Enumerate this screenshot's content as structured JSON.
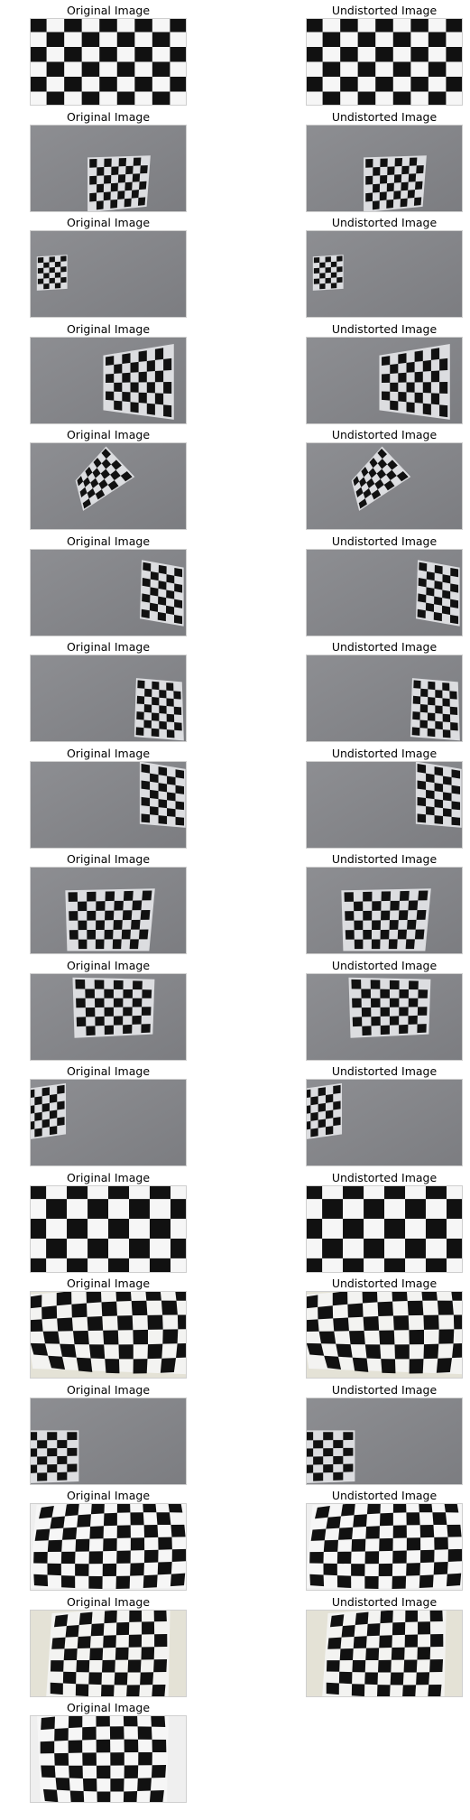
{
  "figure": {
    "left_title": "Original Image",
    "right_title": "Undistorted Image",
    "rows": [
      {
        "original": {
          "scene": "closeup-white",
          "board": "full-flat"
        },
        "undistorted": {
          "scene": "closeup-white",
          "board": "full-flat"
        }
      },
      {
        "original": {
          "scene": "gray-wall",
          "board": "center-right-skew"
        },
        "undistorted": {
          "scene": "gray-wall",
          "board": "center-right-skew"
        }
      },
      {
        "original": {
          "scene": "gray-wall",
          "board": "small-left"
        },
        "undistorted": {
          "scene": "gray-wall",
          "board": "small-left"
        }
      },
      {
        "original": {
          "scene": "gray-wall",
          "board": "large-right"
        },
        "undistorted": {
          "scene": "gray-wall",
          "board": "large-right"
        }
      },
      {
        "original": {
          "scene": "gray-wall",
          "board": "tilted-center"
        },
        "undistorted": {
          "scene": "gray-wall",
          "board": "tilted-center"
        }
      },
      {
        "original": {
          "scene": "gray-wall",
          "board": "right-edge"
        },
        "undistorted": {
          "scene": "gray-wall",
          "board": "right-edge"
        }
      },
      {
        "original": {
          "scene": "gray-wall",
          "board": "right-edge-low"
        },
        "undistorted": {
          "scene": "gray-wall",
          "board": "right-edge-low"
        }
      },
      {
        "original": {
          "scene": "gray-wall",
          "board": "right-edge-high"
        },
        "undistorted": {
          "scene": "gray-wall",
          "board": "right-edge-high"
        }
      },
      {
        "original": {
          "scene": "gray-wall",
          "board": "center-trapezoid"
        },
        "undistorted": {
          "scene": "gray-wall",
          "board": "center-trapezoid"
        }
      },
      {
        "original": {
          "scene": "gray-wall",
          "board": "center-high"
        },
        "undistorted": {
          "scene": "gray-wall",
          "board": "center-high"
        }
      },
      {
        "original": {
          "scene": "gray-wall",
          "board": "left-edge"
        },
        "undistorted": {
          "scene": "gray-wall",
          "board": "left-edge"
        }
      },
      {
        "original": {
          "scene": "closeup-white",
          "board": "big-squares"
        },
        "undistorted": {
          "scene": "closeup-white",
          "board": "big-squares"
        }
      },
      {
        "original": {
          "scene": "closeup-cream",
          "board": "wide-curved"
        },
        "undistorted": {
          "scene": "closeup-cream",
          "board": "wide-curved"
        }
      },
      {
        "original": {
          "scene": "gray-wall",
          "board": "left-edge-low"
        },
        "undistorted": {
          "scene": "gray-wall",
          "board": "left-edge-low"
        }
      },
      {
        "original": {
          "scene": "closeup-white",
          "board": "perspective"
        },
        "undistorted": {
          "scene": "closeup-white",
          "board": "perspective"
        }
      },
      {
        "original": {
          "scene": "closeup-cream",
          "board": "rotated"
        },
        "undistorted": {
          "scene": "closeup-cream",
          "board": "rotated"
        }
      },
      {
        "original": {
          "scene": "closeup-white",
          "board": "closeup-partial"
        },
        "undistorted": null
      }
    ]
  }
}
